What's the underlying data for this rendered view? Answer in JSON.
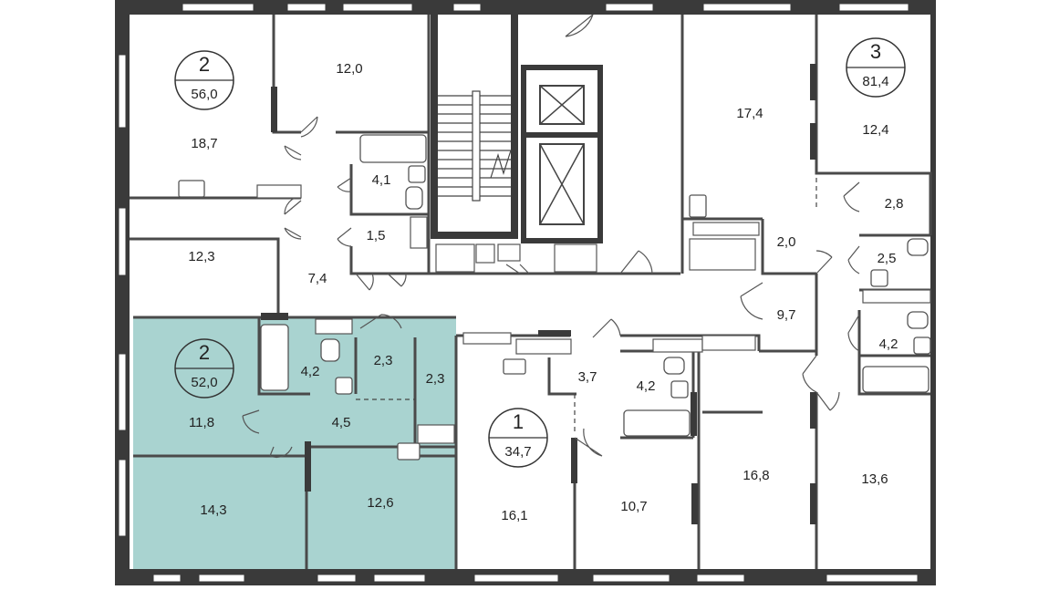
{
  "colors": {
    "wall": "#3a3a3a",
    "highlight": "#a9d3d0",
    "fixture": "#555555",
    "background": "#ffffff"
  },
  "apartments": [
    {
      "id": "apt-2-left",
      "rooms": "2",
      "area": "56,0"
    },
    {
      "id": "apt-3",
      "rooms": "3",
      "area": "81,4"
    },
    {
      "id": "apt-2-selected",
      "rooms": "2",
      "area": "52,0",
      "highlighted": true
    },
    {
      "id": "apt-1",
      "rooms": "1",
      "area": "34,7"
    }
  ],
  "room_labels": [
    "12,0",
    "18,7",
    "4,1",
    "1,5",
    "12,3",
    "7,4",
    "17,4",
    "12,4",
    "2,8",
    "2,0",
    "2,5",
    "9,7",
    "4,2",
    "4,2",
    "2,3",
    "2,3",
    "11,8",
    "4,5",
    "14,3",
    "12,6",
    "3,7",
    "4,2",
    "16,1",
    "10,7",
    "16,8",
    "13,6"
  ]
}
